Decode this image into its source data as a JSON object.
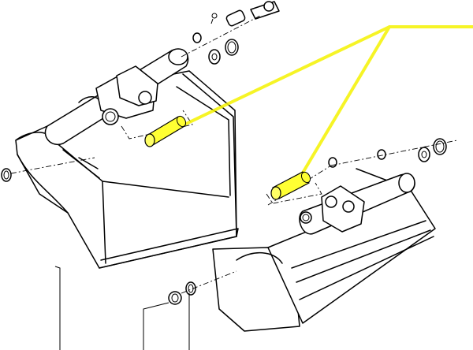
{
  "diagram": {
    "title": "",
    "highlight_color": "#ffff00",
    "line_color": "#000000",
    "background": "#ffffff",
    "components": [
      {
        "name": "bucket-large",
        "description_visible": false
      },
      {
        "name": "bucket-small",
        "description_visible": false
      },
      {
        "name": "highlighted-pin-upper"
      },
      {
        "name": "highlighted-pin-lower"
      }
    ]
  }
}
